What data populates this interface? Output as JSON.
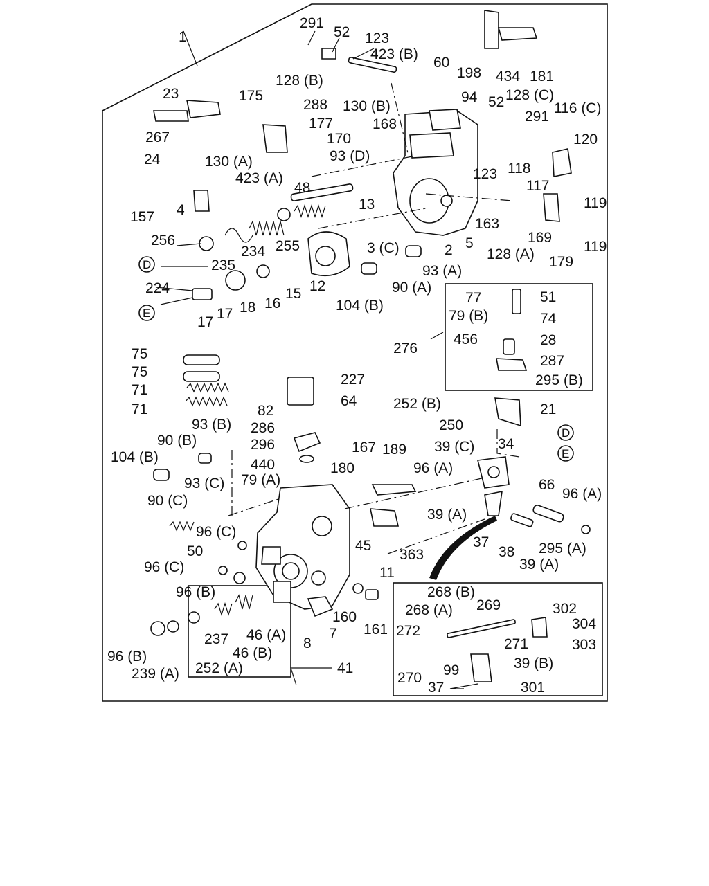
{
  "callouts": {
    "c_291a": "291",
    "c_52a": "52",
    "c_123a": "123",
    "c_423b": "423 (B)",
    "c_60": "60",
    "c_198": "198",
    "c_434": "434",
    "c_181": "181",
    "c_1": "1",
    "c_128b": "128 (B)",
    "c_288": "288",
    "c_130b": "130 (B)",
    "c_23": "23",
    "c_175": "175",
    "c_94": "94",
    "c_52b": "52",
    "c_128c": "128 (C)",
    "c_116c": "116 (C)",
    "c_291b": "291",
    "c_168": "168",
    "c_177": "177",
    "c_267": "267",
    "c_170": "170",
    "c_120": "120",
    "c_93d": "93 (D)",
    "c_130a": "130 (A)",
    "c_24": "24",
    "c_123b": "123",
    "c_118": "118",
    "c_423a": "423 (A)",
    "c_117": "117",
    "c_48": "48",
    "c_119a": "119",
    "c_13": "13",
    "c_4": "4",
    "c_157": "157",
    "c_163": "163",
    "c_169": "169",
    "c_256": "256",
    "c_255": "255",
    "c_234": "234",
    "c_3c": "3 (C)",
    "c_2": "2",
    "c_5": "5",
    "c_119b": "119",
    "c_235": "235",
    "c_128a": "128 (A)",
    "c_179": "179",
    "c_224": "224",
    "c_93a": "93 (A)",
    "c_15": "15",
    "c_12": "12",
    "c_90a": "90 (A)",
    "c_16": "16",
    "c_18": "18",
    "c_17a": "17",
    "c_17b": "17",
    "c_104b_top": "104 (B)",
    "c_77": "77",
    "c_51": "51",
    "c_79b": "79 (B)",
    "c_74": "74",
    "c_456": "456",
    "c_276": "276",
    "c_28": "28",
    "c_287": "287",
    "c_295b": "295 (B)",
    "c_75a": "75",
    "c_75b": "75",
    "c_227": "227",
    "c_71a": "71",
    "c_71b": "71",
    "c_64": "64",
    "c_252b": "252 (B)",
    "c_21": "21",
    "c_82": "82",
    "c_250": "250",
    "c_93b": "93 (B)",
    "c_286": "286",
    "c_34": "34",
    "c_90b": "90 (B)",
    "c_296": "296",
    "c_39c": "39 (C)",
    "c_167": "167",
    "c_189": "189",
    "c_104b": "104 (B)",
    "c_440": "440",
    "c_180": "180",
    "c_96a_top": "96 (A)",
    "c_79a": "79 (A)",
    "c_66": "66",
    "c_96a": "96 (A)",
    "c_93c": "93 (C)",
    "c_90c": "90 (C)",
    "c_39a_top": "39 (A)",
    "c_96c_top": "96 (C)",
    "c_45": "45",
    "c_37": "37",
    "c_38": "38",
    "c_295a": "295 (A)",
    "c_50": "50",
    "c_363": "363",
    "c_39a": "39 (A)",
    "c_96c": "96 (C)",
    "c_11": "11",
    "c_96b_top": "96 (B)",
    "c_160": "160",
    "c_161": "161",
    "c_268b": "268 (B)",
    "c_268a": "268 (A)",
    "c_269": "269",
    "c_302": "302",
    "c_304": "304",
    "c_237": "237",
    "c_46a": "46 (A)",
    "c_8": "8",
    "c_7": "7",
    "c_272": "272",
    "c_271": "271",
    "c_303": "303",
    "c_96b": "96 (B)",
    "c_46b": "46 (B)",
    "c_41": "41",
    "c_99": "99",
    "c_39b": "39 (B)",
    "c_239a": "239 (A)",
    "c_252a": "252 (A)",
    "c_270": "270",
    "c_37b": "37",
    "c_301": "301"
  },
  "markers": {
    "d_top": "D",
    "d_left": "D",
    "e_top": "E",
    "e_left": "E"
  }
}
